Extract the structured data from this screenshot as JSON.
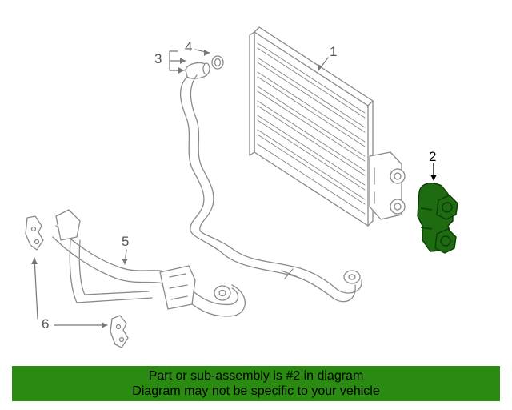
{
  "callouts": {
    "c1": "1",
    "c2": "2",
    "c3": "3",
    "c4": "4",
    "c5": "5",
    "c6": "6"
  },
  "banner": {
    "line1": "Part or sub-assembly is #2 in diagram",
    "line2": "Diagram may not be specific to your vehicle"
  },
  "colors": {
    "highlight": "#1f6b12",
    "banner": "#2b8a12",
    "line": "#8a8a8a"
  },
  "icons": {
    "highlighted_part": "thermostat-housing-icon"
  }
}
